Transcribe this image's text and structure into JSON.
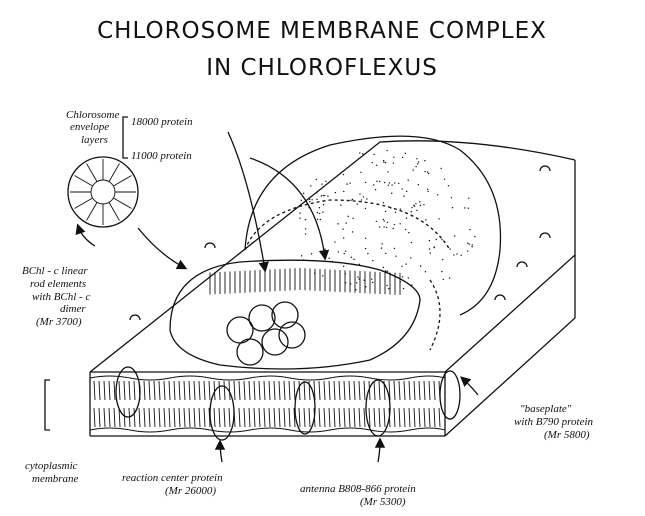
{
  "title": {
    "line1": "CHLOROSOME MEMBRANE COMPLEX",
    "line2": "IN CHLOROFLEXUS"
  },
  "labels": {
    "envelope": [
      "Chlorosome",
      "envelope",
      "layers"
    ],
    "protein_18000": "18000 protein",
    "protein_11000": "11000 protein",
    "bchl": [
      "BChl - c linear",
      "rod elements",
      "with BChl - c",
      "dimer",
      "(Mr 3700)"
    ],
    "baseplate": [
      "\"baseplate\"",
      "with B790 protein",
      "(Mr 5800)"
    ],
    "cytoplasmic": [
      "cytoplasmic",
      "membrane"
    ],
    "reaction_center": [
      "reaction center protein",
      "(Mr 26000)"
    ],
    "antenna": [
      "antenna B808-866 protein",
      "(Mr 5300)"
    ]
  },
  "colors": {
    "ink": "#111111",
    "paper": "#ffffff"
  }
}
